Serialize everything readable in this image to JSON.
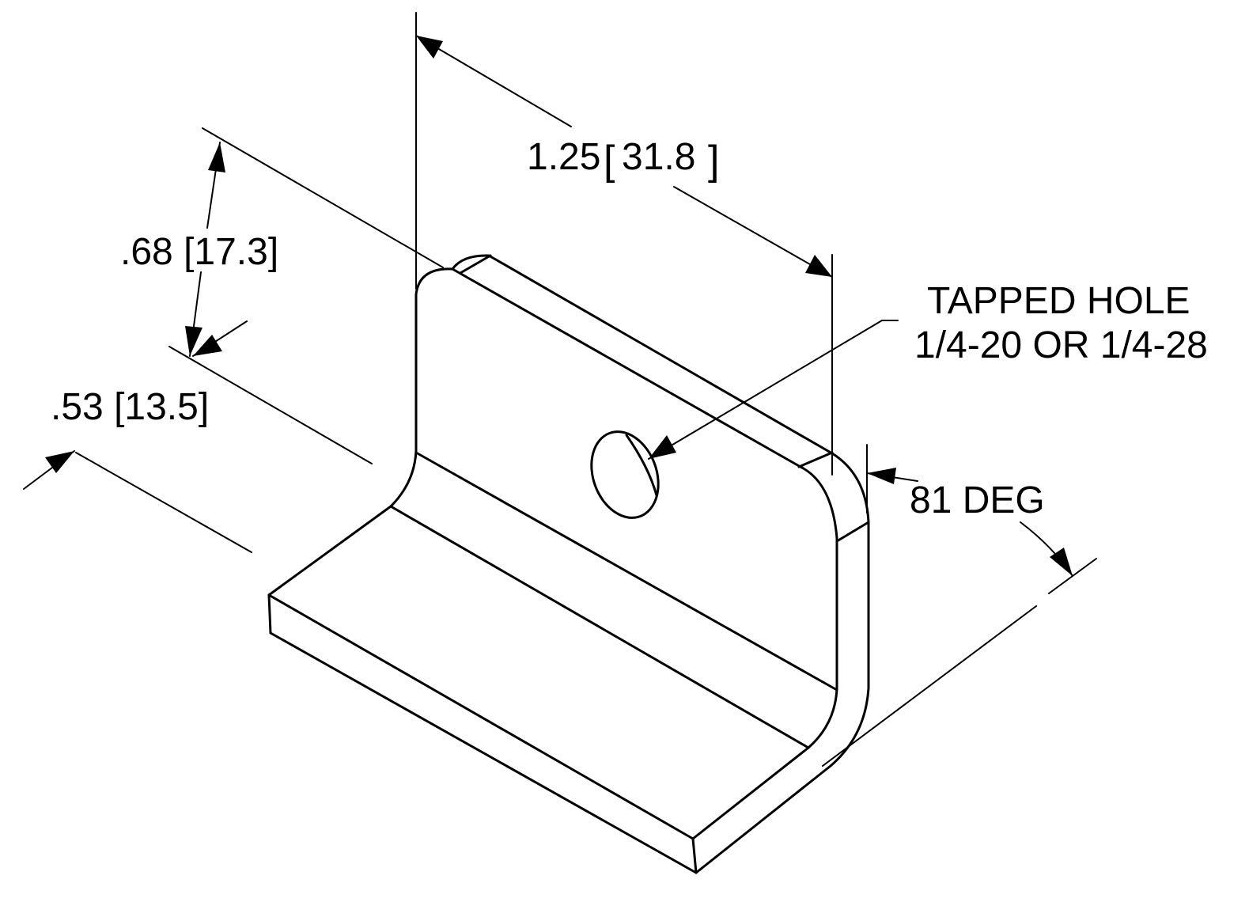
{
  "dimensions": {
    "width": {
      "value": "1.25",
      "open": "[",
      "metric": "31.8",
      "close": "]"
    },
    "flange_height": {
      "label": ".68 [17.3]"
    },
    "base_depth": {
      "label": ".53 [13.5]"
    },
    "bend_angle": {
      "label": "81 DEG"
    }
  },
  "callouts": {
    "hole_line1": "TAPPED HOLE",
    "hole_line2": "1/4-20 OR 1/4-28"
  }
}
